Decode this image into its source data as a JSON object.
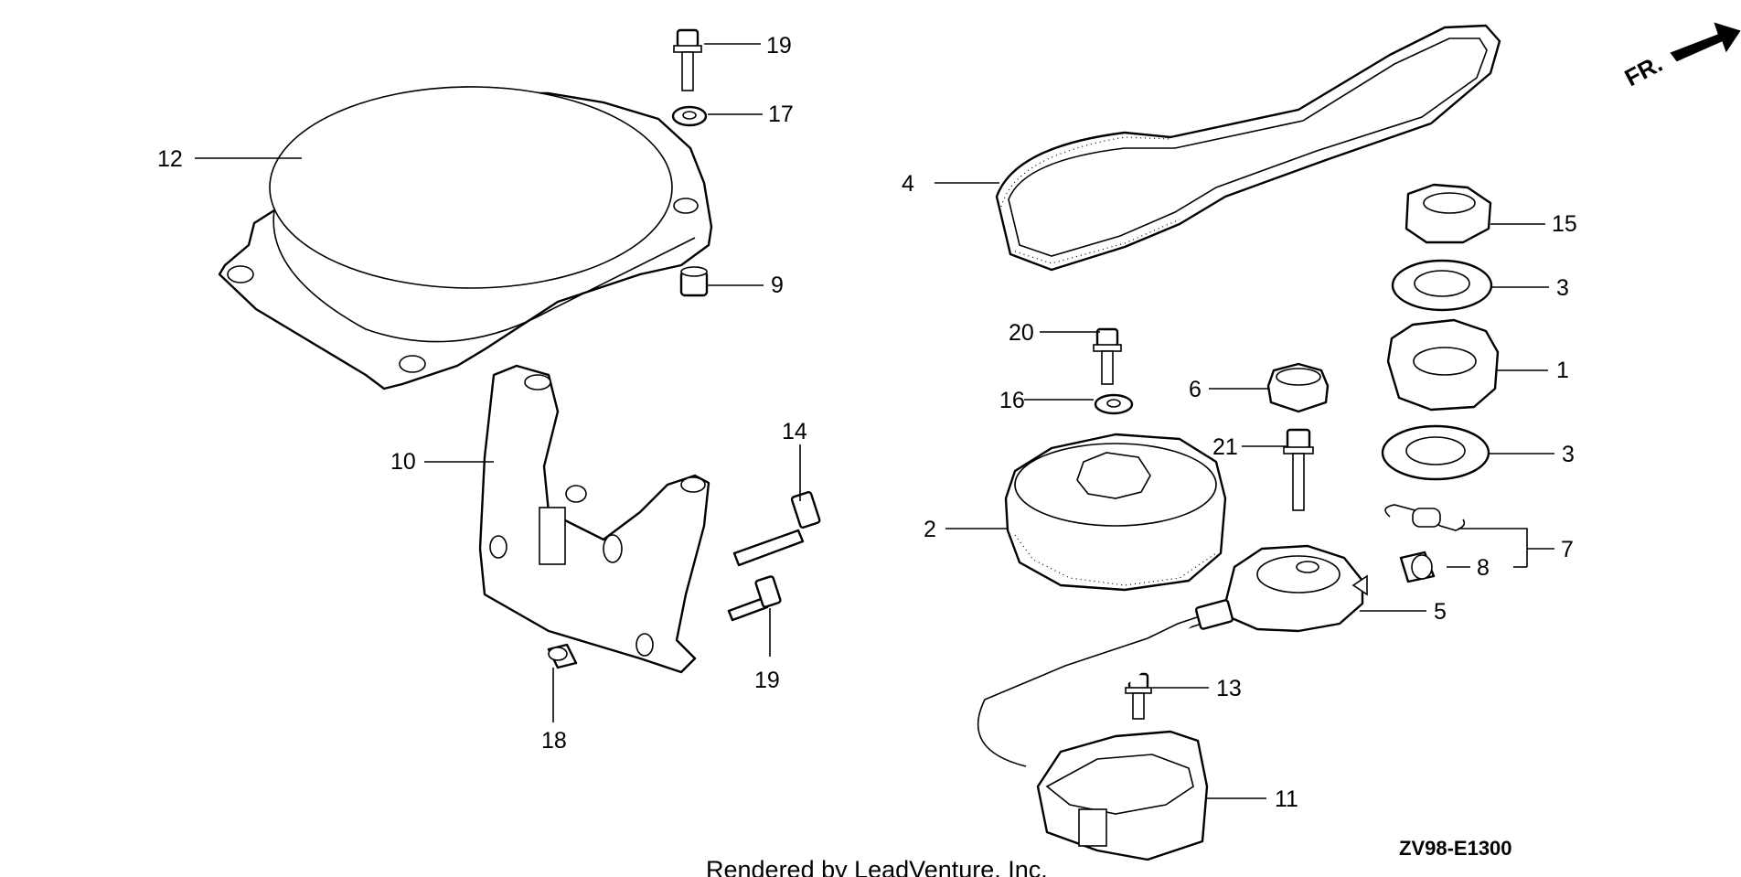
{
  "diagram": {
    "callouts": {
      "p1": "1",
      "p2": "2",
      "p3a": "3",
      "p3b": "3",
      "p4": "4",
      "p5": "5",
      "p6": "6",
      "p7": "7",
      "p8": "8",
      "p9": "9",
      "p10": "10",
      "p11": "11",
      "p12": "12",
      "p13": "13",
      "p14": "14",
      "p15": "15",
      "p16": "16",
      "p17": "17",
      "p18": "18",
      "p19a": "19",
      "p19b": "19",
      "p20": "20",
      "p21": "21"
    },
    "front_indicator": "FR.",
    "drawing_code": "ZV98-E1300",
    "credit": "Rendered by LeadVenture, Inc."
  }
}
